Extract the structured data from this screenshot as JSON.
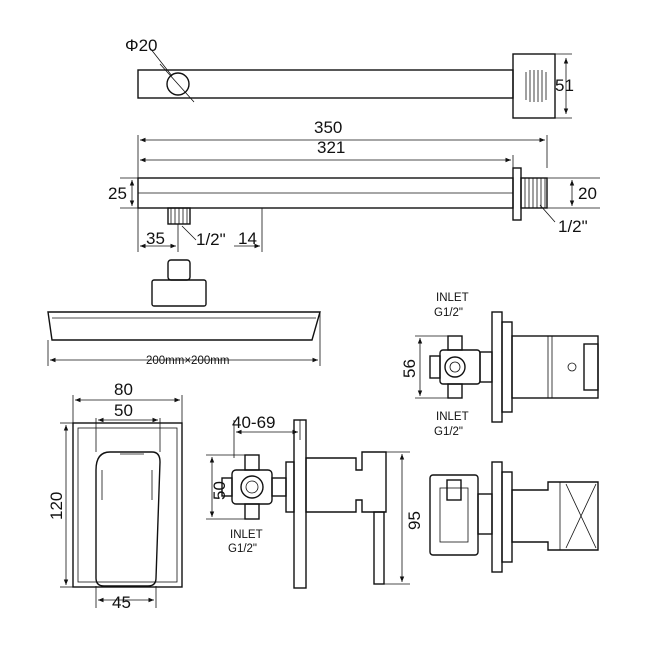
{
  "labels": {
    "arm_diameter": "Φ20",
    "flange_height": "51",
    "arm_length_total": "350",
    "arm_length_inner": "321",
    "arm_height": "25",
    "flange_thread_dim": "20",
    "flange_thread": "1/2\"",
    "outlet_offset": "35",
    "outlet_thread": "1/2\"",
    "outlet_end": "14",
    "head_size": "200mm×200mm",
    "plate_width": "80",
    "handle_width": "50",
    "plate_height": "120",
    "handle_bottom_width": "45",
    "depth_range": "40-69",
    "body_height_side": "50",
    "inlet_side_1": "INLET",
    "inlet_side_2": "G1/2\"",
    "side_height": "95",
    "top_inlet_1": "INLET",
    "top_inlet_2": "G1/2\"",
    "top_height": "56",
    "top_outlet_1": "INLET",
    "top_outlet_2": "G1/2\""
  }
}
